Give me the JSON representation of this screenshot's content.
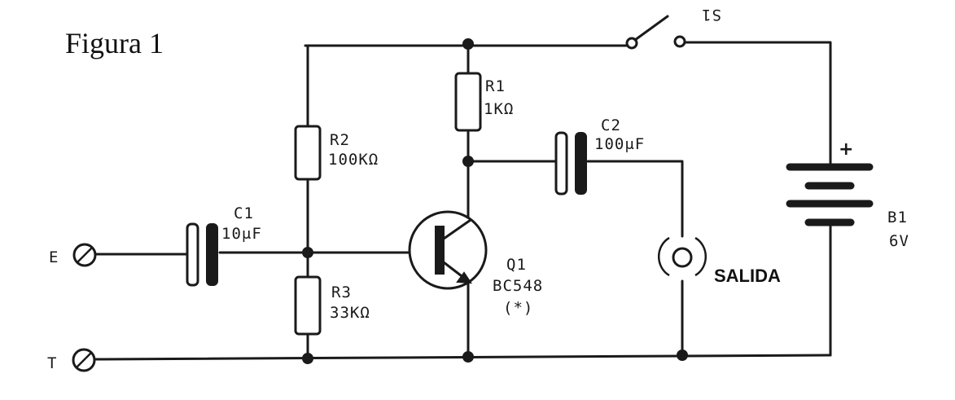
{
  "figure": {
    "title": "Figura 1"
  },
  "terminals": {
    "input": "E",
    "ground": "T",
    "output": "SALIDA"
  },
  "components": {
    "r1": {
      "ref": "R1",
      "value": "1KΩ"
    },
    "r2": {
      "ref": "R2",
      "value": "100KΩ"
    },
    "r3": {
      "ref": "R3",
      "value": "33KΩ"
    },
    "c1": {
      "ref": "C1",
      "value": "10μF"
    },
    "c2": {
      "ref": "C2",
      "value": "100μF"
    },
    "q1": {
      "ref": "Q1",
      "value": "BC548",
      "note": "(*)"
    },
    "s1": {
      "ref": "S1"
    },
    "b1": {
      "ref": "B1",
      "value": "6V",
      "polarity": "+"
    }
  }
}
